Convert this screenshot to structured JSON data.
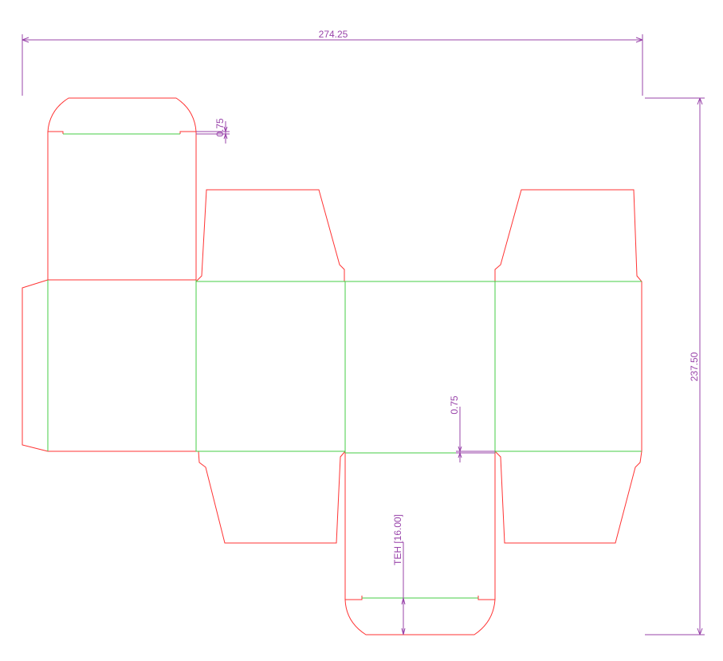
{
  "dimensions": {
    "overall_width": "274.25",
    "overall_height": "237.50",
    "top_tuck_offset": "0.75",
    "bottom_offset": "0.75",
    "tuck_height": "TEH [16.00]"
  },
  "colors": {
    "cut": "#ff3333",
    "fold": "#44cc44",
    "dimension": "#9944aa"
  }
}
